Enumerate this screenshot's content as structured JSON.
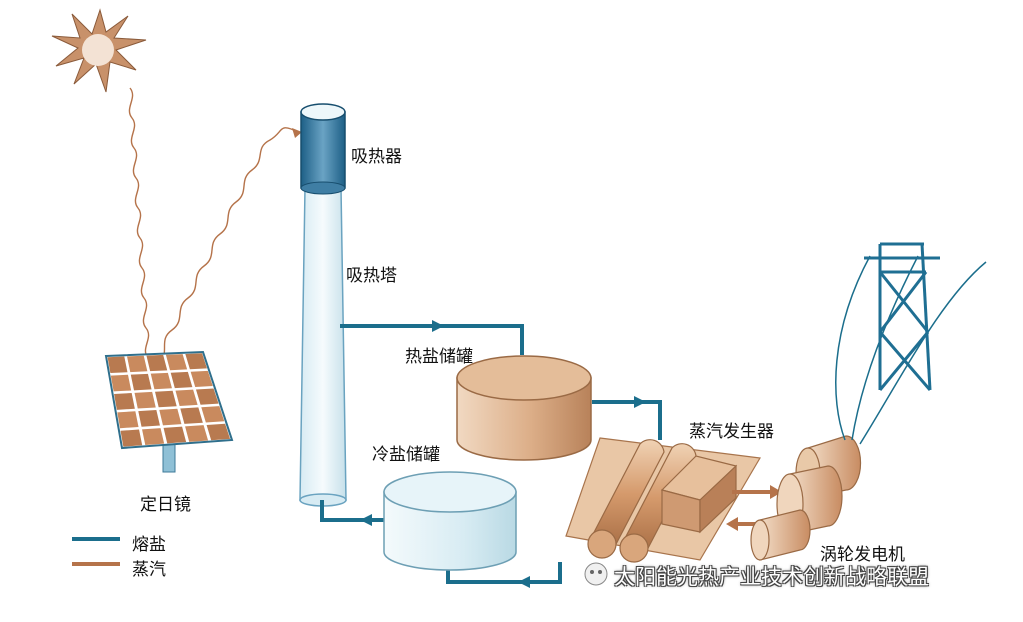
{
  "labels": {
    "receiver": "吸热器",
    "tower": "吸热塔",
    "hot_tank": "热盐储罐",
    "cold_tank": "冷盐储罐",
    "steam_generator": "蒸汽发生器",
    "heliostat": "定日镜",
    "turbine": "涡轮发电机"
  },
  "legend": {
    "molten_salt": "熔盐",
    "steam": "蒸汽"
  },
  "watermark": "太阳能光热产业技术创新战略联盟",
  "colors": {
    "molten_salt": "#1b6e8c",
    "steam": "#b5734a",
    "sun": "#c8916a",
    "tank_top": "#e8c4a3",
    "tank_body": "#cf9a73",
    "cold_tank": "#cfe6ef",
    "tower": "#e4f1f6",
    "pylon": "#1f6f93"
  }
}
